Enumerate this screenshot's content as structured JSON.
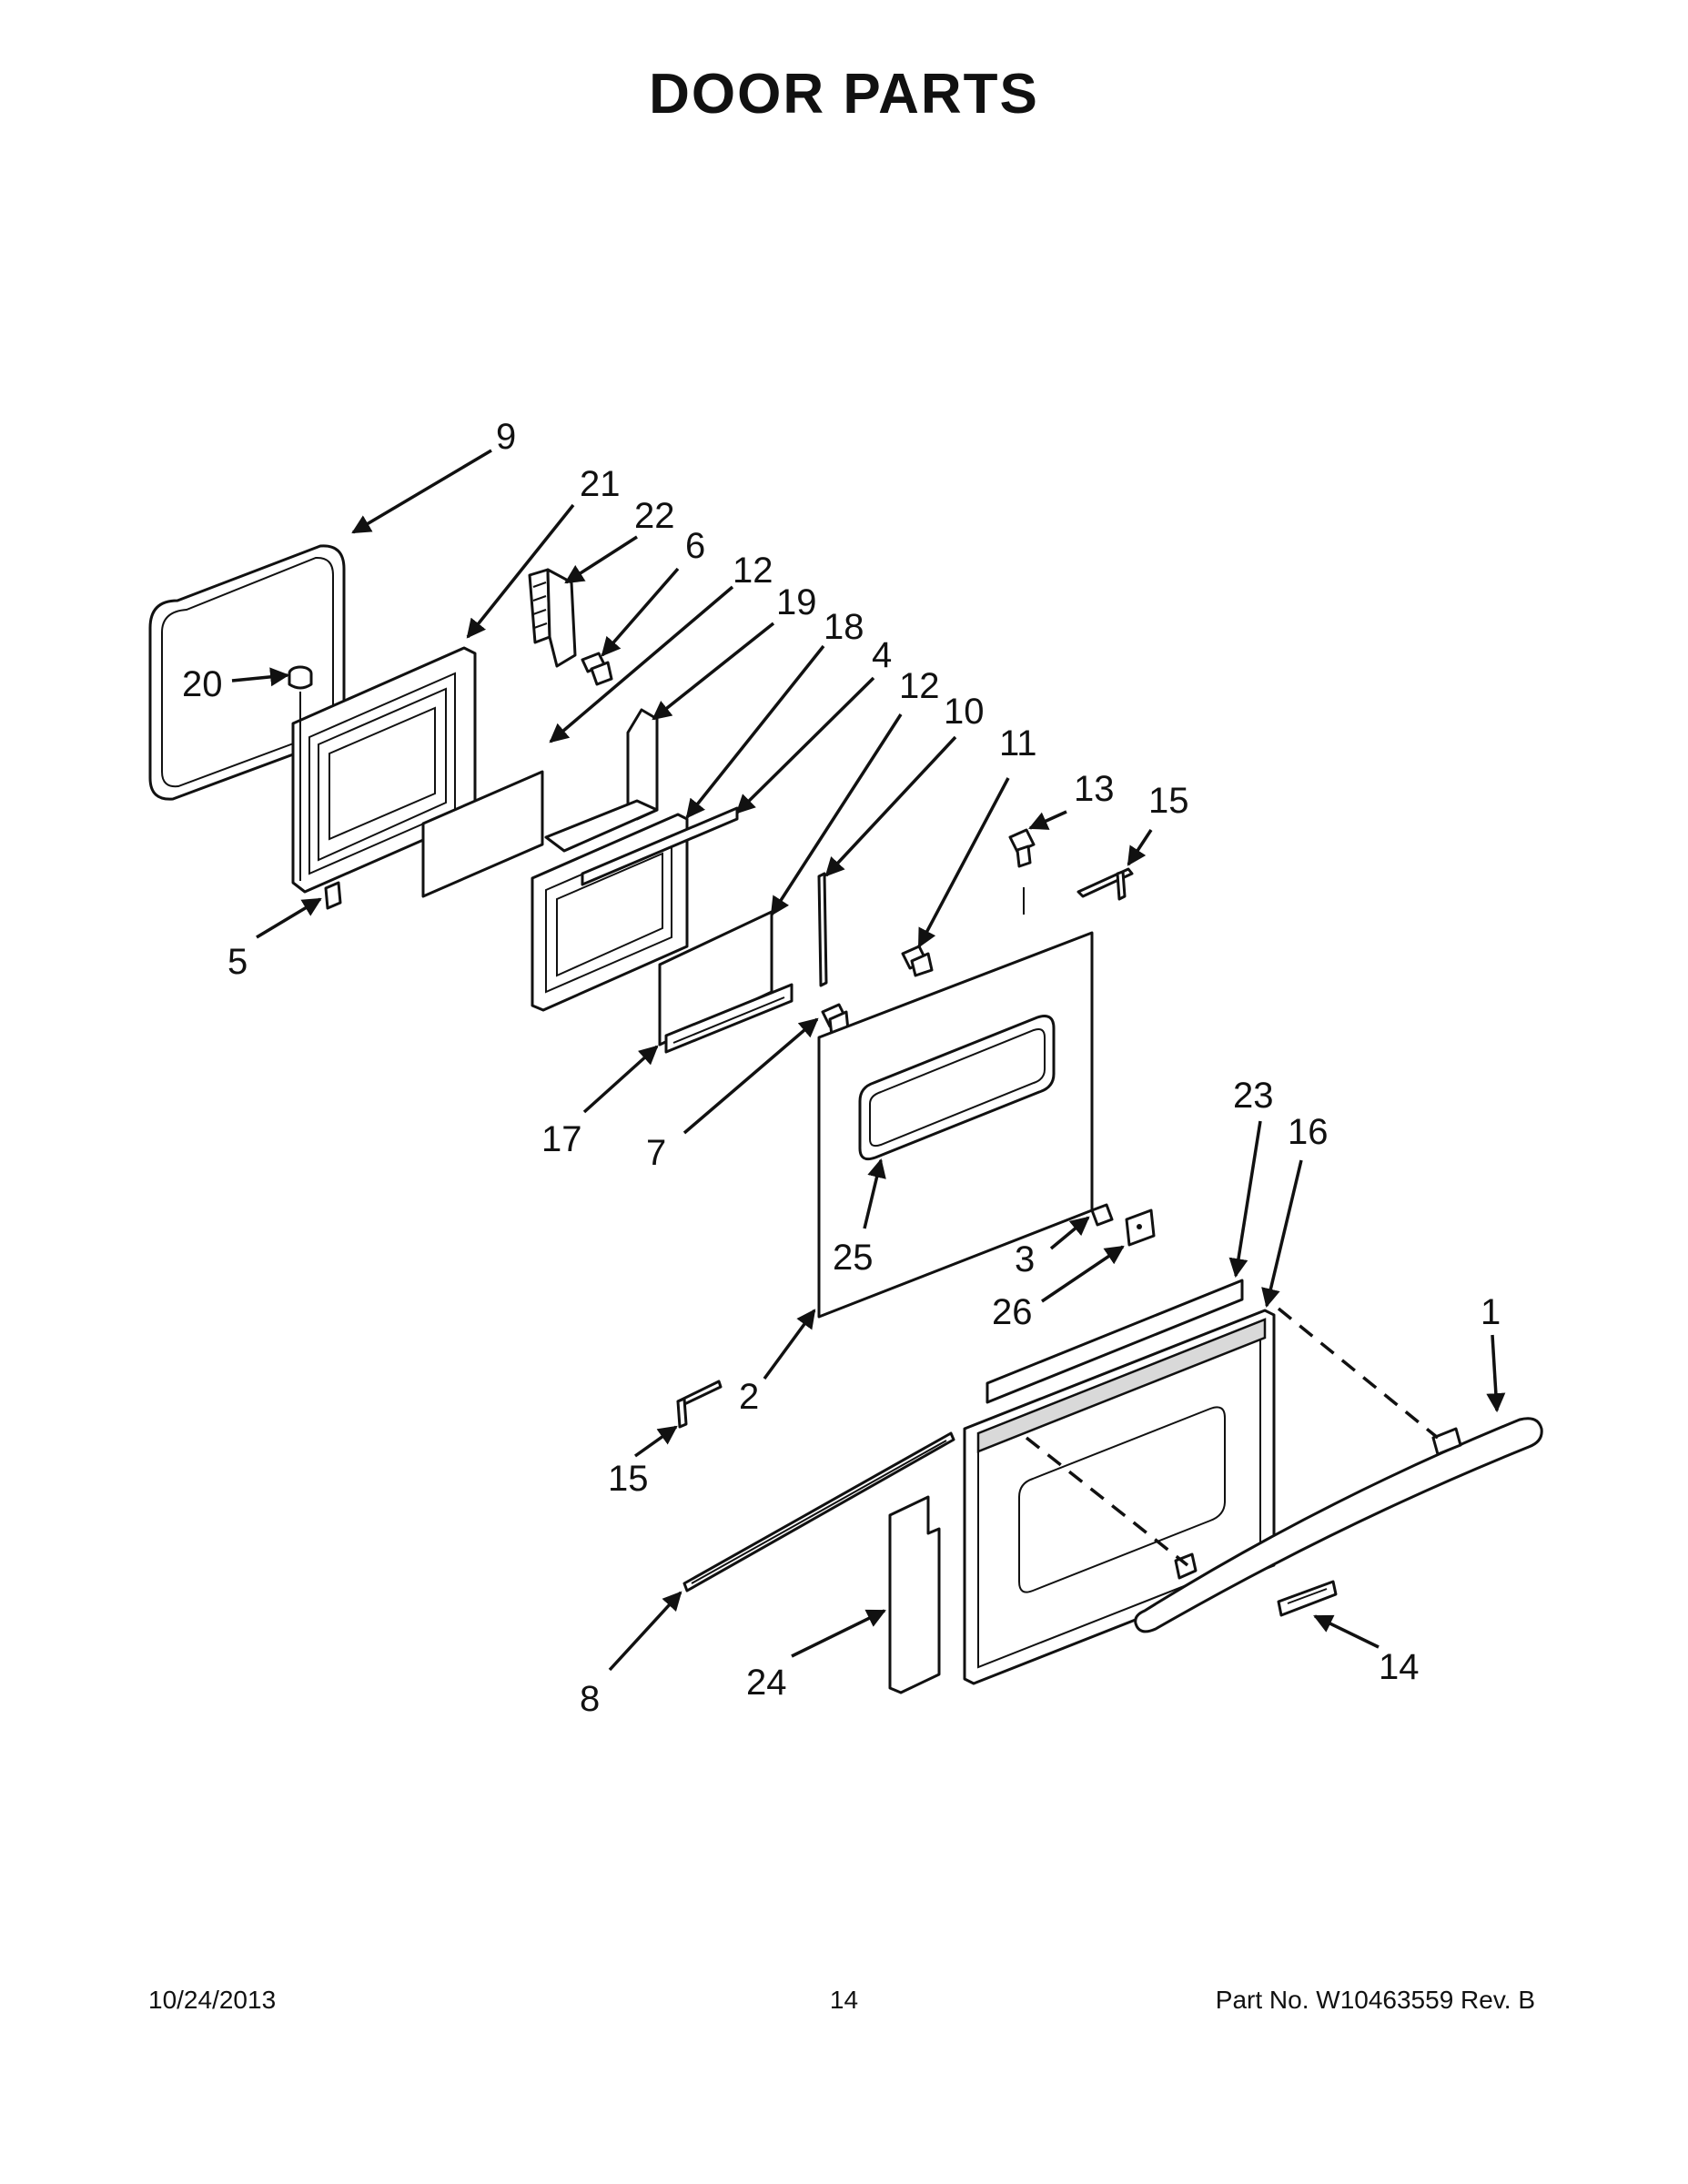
{
  "title": "DOOR PARTS",
  "callouts": {
    "c1": "1",
    "c2": "2",
    "c3": "3",
    "c4": "4",
    "c5": "5",
    "c6": "6",
    "c7": "7",
    "c8": "8",
    "c9": "9",
    "c10": "10",
    "c11": "11",
    "c12a": "12",
    "c12b": "12",
    "c13": "13",
    "c14": "14",
    "c15a": "15",
    "c15b": "15",
    "c16": "16",
    "c17": "17",
    "c18": "18",
    "c19": "19",
    "c20": "20",
    "c21": "21",
    "c22": "22",
    "c23": "23",
    "c24": "24",
    "c25": "25",
    "c26": "26"
  },
  "footer": {
    "date": "10/24/2013",
    "page": "14",
    "part_number": "Part No.  W10463559  Rev.  B"
  }
}
